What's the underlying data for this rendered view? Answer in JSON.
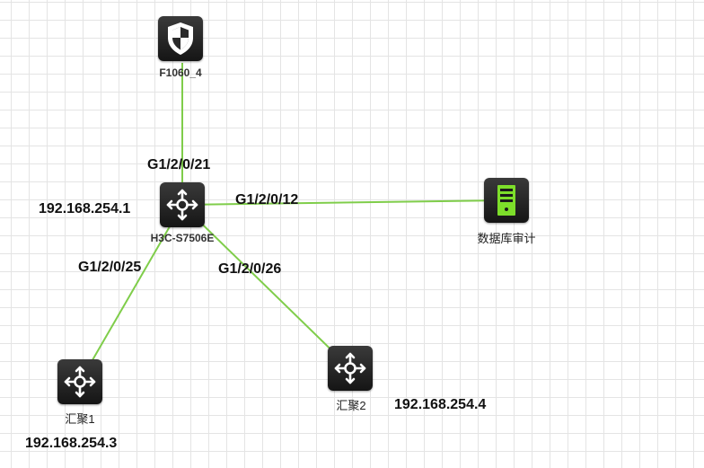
{
  "nodes": {
    "firewall": {
      "label": "F1060_4",
      "icon": "shield-icon"
    },
    "core": {
      "label": "H3C-S7506E",
      "icon": "switch-icon"
    },
    "db_audit": {
      "label": "数据库审计",
      "icon": "server-icon",
      "color": "#7dde2a"
    },
    "agg1": {
      "label": "汇聚1",
      "icon": "switch-icon"
    },
    "agg2": {
      "label": "汇聚2",
      "icon": "switch-icon"
    }
  },
  "ports": {
    "core_to_firewall": "G1/2/0/21",
    "core_to_db": "G1/2/0/12",
    "core_to_agg1": "G1/2/0/25",
    "core_to_agg2": "G1/2/0/26"
  },
  "ips": {
    "core": "192.168.254.1",
    "agg1": "192.168.254.3",
    "agg2": "192.168.254.4"
  },
  "link_color": "#7fcd4a"
}
